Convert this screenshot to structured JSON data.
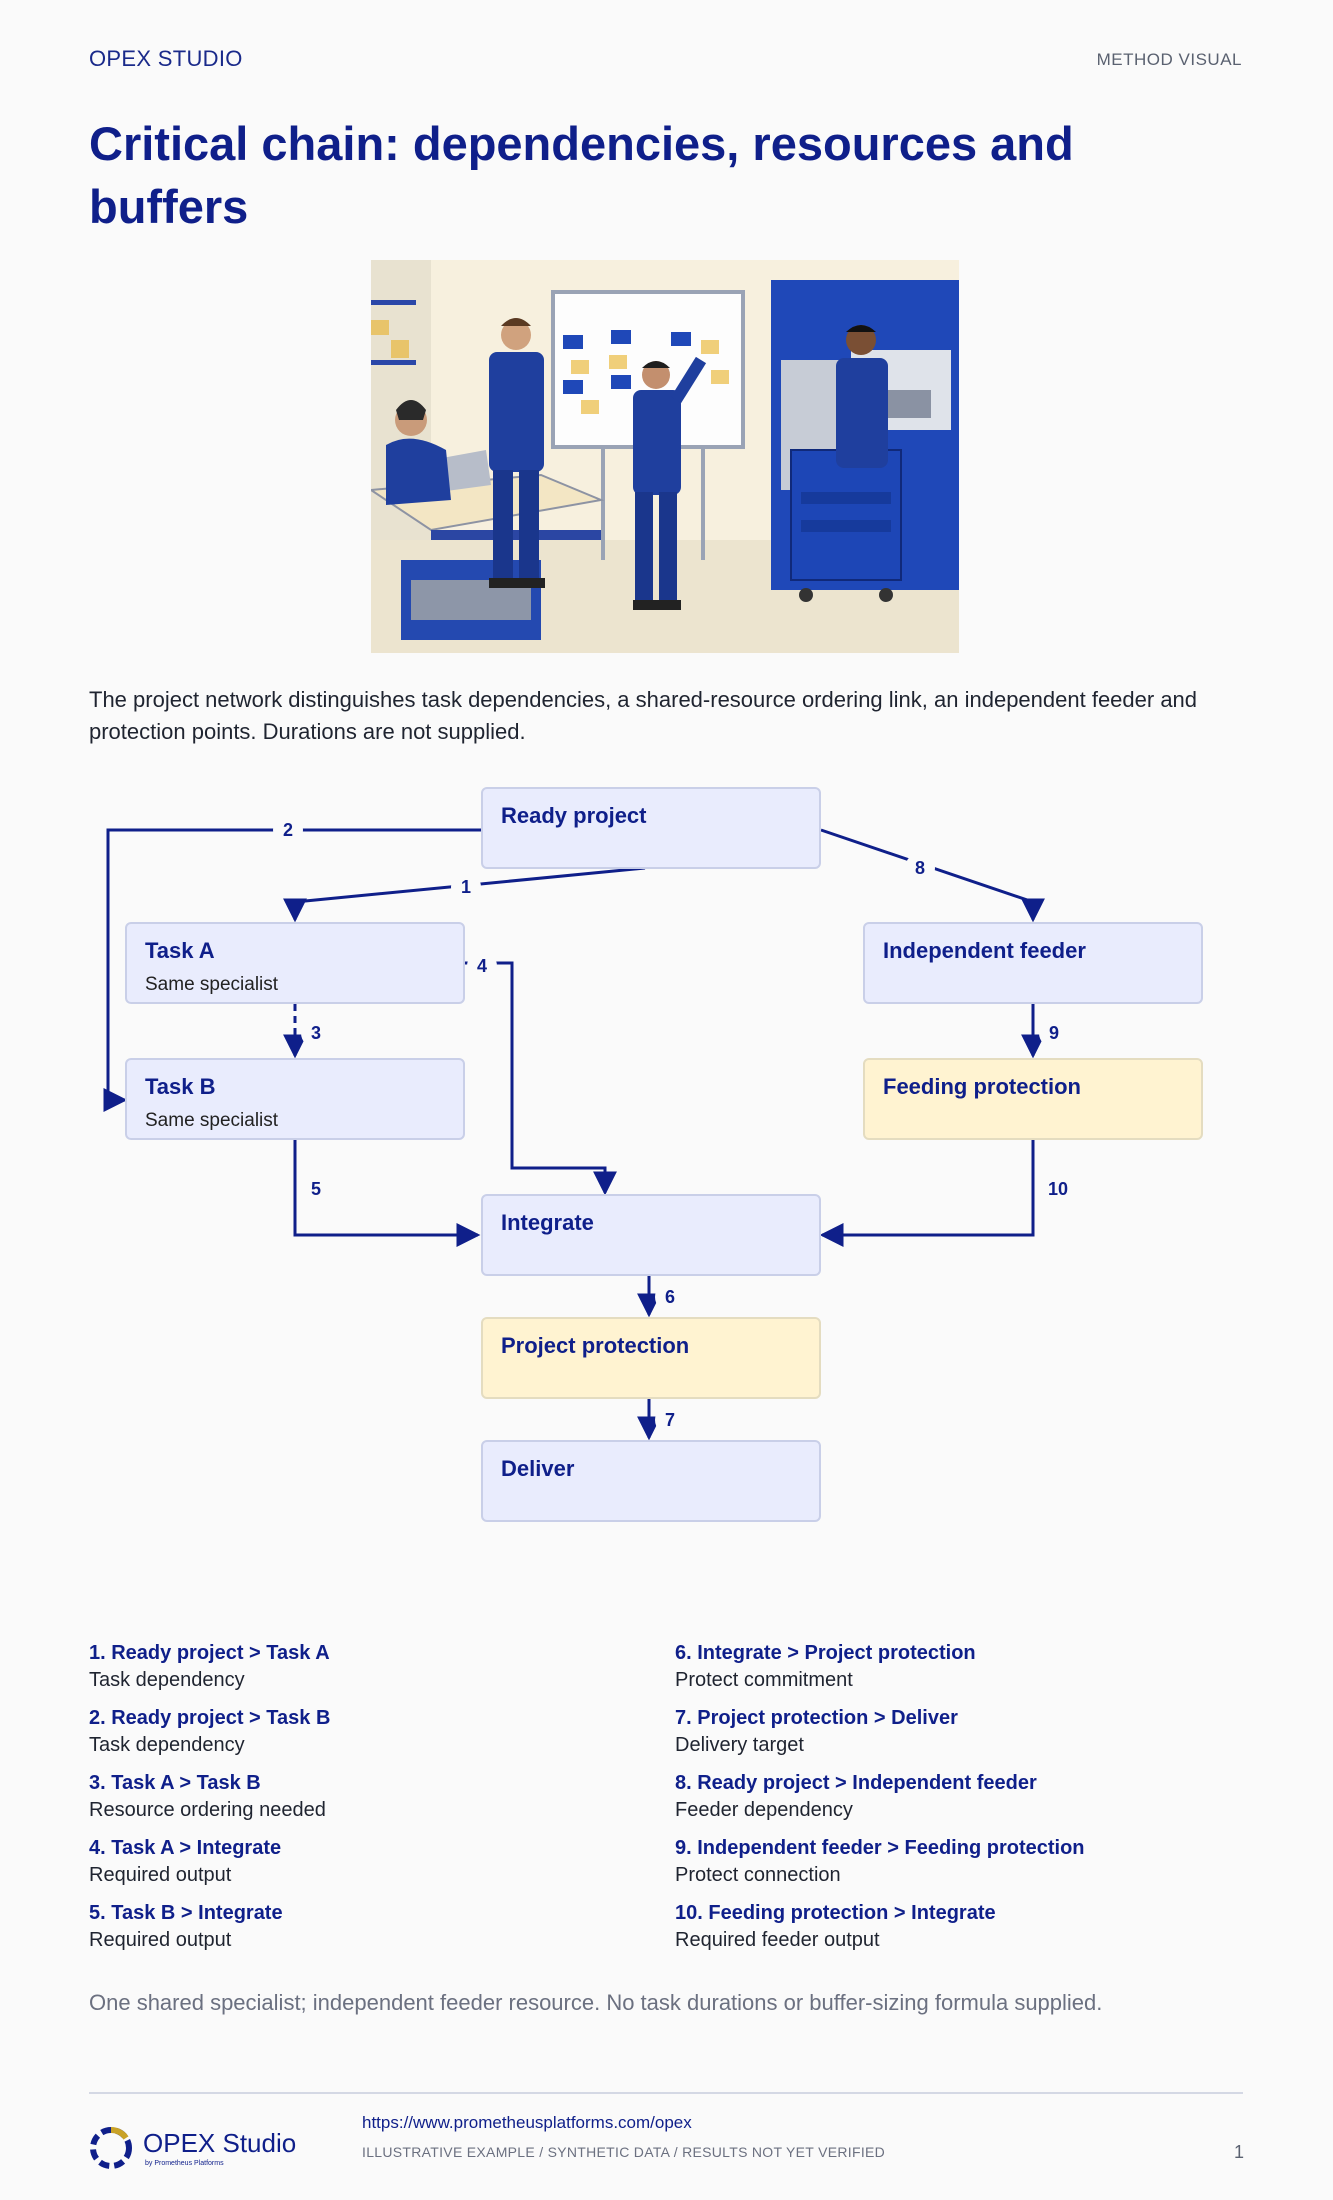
{
  "header": {
    "brand": "OPEX STUDIO",
    "section_label": "METHOD VISUAL",
    "title": "Critical chain: dependencies, resources and buffers"
  },
  "intro": "The project network distinguishes task dependencies, a shared-resource ordering link, an independent feeder and protection points. Durations are not supplied.",
  "colors": {
    "accent": "#0f1f8a",
    "node_fill": "#e9ecfd",
    "buffer_fill": "#fff3d1",
    "page_bg": "#fafafa"
  },
  "diagram": {
    "nodes": {
      "ready": {
        "title": "Ready project"
      },
      "task_a": {
        "title": "Task A",
        "subtitle": "Same specialist"
      },
      "task_b": {
        "title": "Task B",
        "subtitle": "Same specialist"
      },
      "feeder": {
        "title": "Independent feeder"
      },
      "feeding_protection": {
        "title": "Feeding protection"
      },
      "integrate": {
        "title": "Integrate"
      },
      "project_protection": {
        "title": "Project protection"
      },
      "deliver": {
        "title": "Deliver"
      }
    },
    "edge_labels": [
      "1",
      "2",
      "3",
      "4",
      "5",
      "6",
      "7",
      "8",
      "9",
      "10"
    ]
  },
  "legend": {
    "left": [
      {
        "title": "1. Ready project > Task A",
        "desc": "Task dependency"
      },
      {
        "title": "2. Ready project > Task B",
        "desc": "Task dependency"
      },
      {
        "title": "3. Task A > Task B",
        "desc": "Resource ordering needed"
      },
      {
        "title": "4. Task A > Integrate",
        "desc": "Required output"
      },
      {
        "title": "5. Task B > Integrate",
        "desc": "Required output"
      }
    ],
    "right": [
      {
        "title": "6. Integrate > Project protection",
        "desc": "Protect commitment"
      },
      {
        "title": "7. Project protection > Deliver",
        "desc": "Delivery target"
      },
      {
        "title": "8. Ready project > Independent feeder",
        "desc": "Feeder dependency"
      },
      {
        "title": "9. Independent feeder > Feeding protection",
        "desc": "Protect connection"
      },
      {
        "title": "10. Feeding protection > Integrate",
        "desc": "Required feeder output"
      }
    ]
  },
  "note": "One shared specialist; independent feeder resource. No task durations or buffer-sizing formula supplied.",
  "footer": {
    "brand": "OPEX Studio",
    "brand_sub": "by Prometheus Platforms",
    "url": "https://www.prometheusplatforms.com/opex",
    "disclaimer": "ILLUSTRATIVE EXAMPLE / SYNTHETIC DATA / RESULTS NOT YET VERIFIED",
    "page_number": "1"
  }
}
